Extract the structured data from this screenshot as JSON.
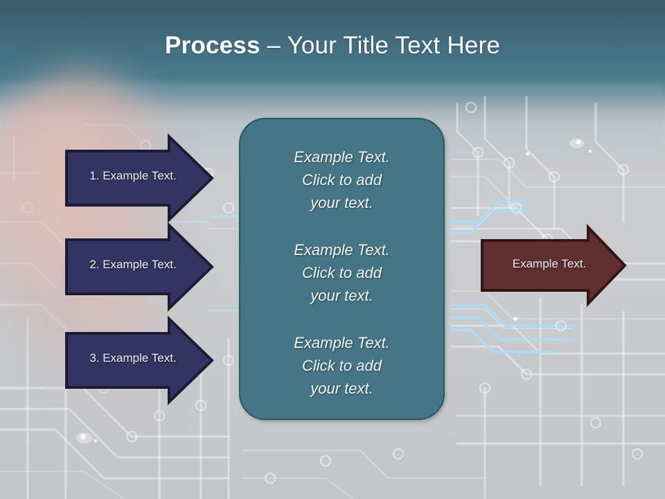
{
  "slide": {
    "title": {
      "bold_part": "Process",
      "rest_part": " – Your Title Text Here",
      "full": "Process – Your Title Text Here"
    },
    "background": {
      "theme": "circuit-board-photo",
      "header_gradient_top": "#3a5c6b",
      "header_gradient_mid": "#487a8b",
      "board_color": "#c8cbcd",
      "trace_color": "#ffffff",
      "glow_trace_color": "#9fd4f5"
    }
  },
  "input_arrows": {
    "fill": "#343463",
    "stroke": "#1b1b33",
    "text_color": "#f2f2f2",
    "items": [
      {
        "label": "1. Example Text."
      },
      {
        "label": "2. Example Text."
      },
      {
        "label": "3. Example Text."
      }
    ]
  },
  "center_box": {
    "fill": "#457685",
    "stroke": "#2e5462",
    "text_color": "#f4f4f4",
    "paragraphs": [
      "Example Text.\nClick  to add\nyour text.",
      "Example Text.\nClick  to add\nyour text.",
      "Example Text.\nClick  to add\nyour text."
    ]
  },
  "output_arrow": {
    "fill": "#602f2f",
    "stroke": "#331515",
    "text_color": "#f2f2f2",
    "label": "Example Text."
  }
}
